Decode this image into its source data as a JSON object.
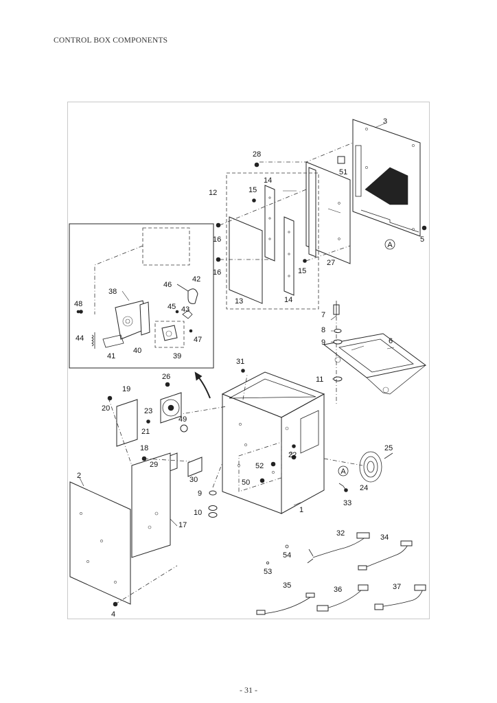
{
  "page": {
    "title": "CONTROL BOX COMPONENTS",
    "page_number": "- 31 -"
  },
  "callouts": {
    "c1": "1",
    "c2": "2",
    "c3": "3",
    "c4": "4",
    "c5": "5",
    "c6": "6",
    "c7": "7",
    "c8": "8",
    "c9a": "9",
    "c9b": "9",
    "c10": "10",
    "c11": "11",
    "c12": "12",
    "c13": "13",
    "c14a": "14",
    "c14b": "14",
    "c15a": "15",
    "c15b": "15",
    "c16a": "16",
    "c16b": "16",
    "c17": "17",
    "c18": "18",
    "c19": "19",
    "c20": "20",
    "c21": "21",
    "c22": "22",
    "c23": "23",
    "c24": "24",
    "c25": "25",
    "c26": "26",
    "c27": "27",
    "c28": "28",
    "c29": "29",
    "c30": "30",
    "c31": "31",
    "c32": "32",
    "c33": "33",
    "c34": "34",
    "c35": "35",
    "c36": "36",
    "c37": "37",
    "c38": "38",
    "c39": "39",
    "c40": "40",
    "c41": "41",
    "c42": "42",
    "c43": "43",
    "c44": "44",
    "c45": "45",
    "c46": "46",
    "c47": "47",
    "c48": "48",
    "c49": "49",
    "c50": "50",
    "c51": "51",
    "c52": "52",
    "c53": "53",
    "c54": "54",
    "refA1": "A",
    "refA2": "A"
  }
}
